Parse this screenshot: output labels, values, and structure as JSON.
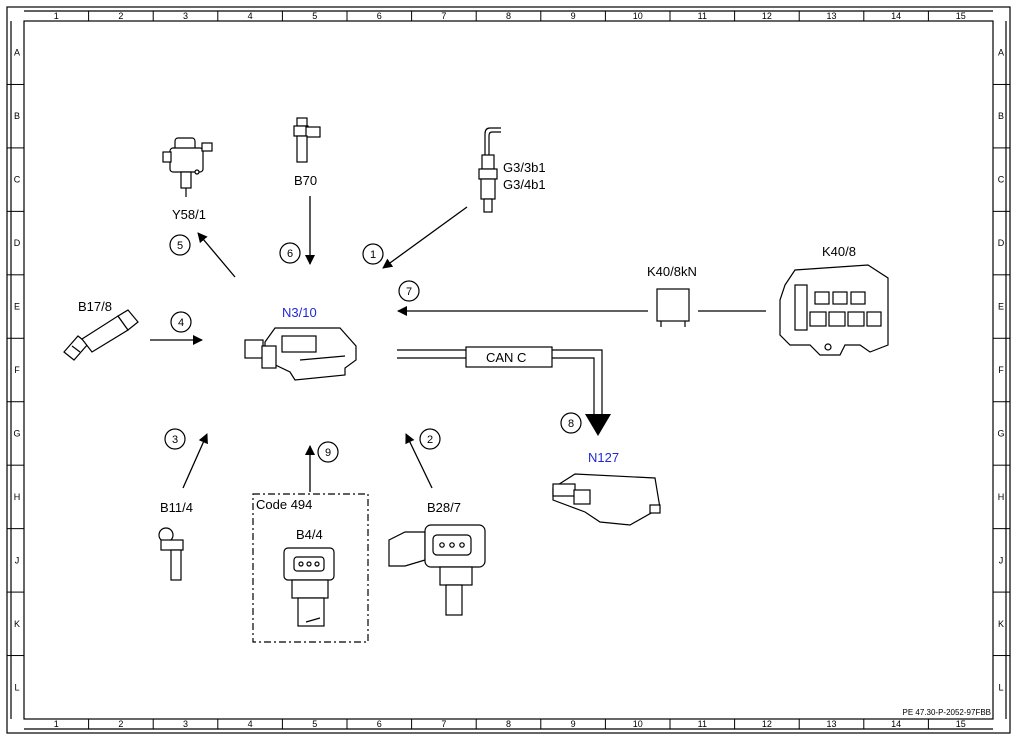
{
  "frame": {
    "columns": [
      "1",
      "2",
      "3",
      "4",
      "5",
      "6",
      "7",
      "8",
      "9",
      "10",
      "11",
      "12",
      "13",
      "14",
      "15"
    ],
    "rows": [
      "A",
      "B",
      "C",
      "D",
      "E",
      "F",
      "G",
      "H",
      "J",
      "K",
      "L"
    ],
    "document_ref": "PE 47.30-P-2052-97FBB"
  },
  "components": {
    "y58": "Y58/1",
    "b70": "B70",
    "g3_line1": "G3/3b1",
    "g3_line2": "G3/4b1",
    "k40": "K40/8",
    "k40kn": "K40/8kN",
    "b17": "B17/8",
    "n3": "N3/10",
    "can": "CAN C",
    "n127": "N127",
    "b11": "B11/4",
    "code494": "Code 494",
    "b44": "B4/4",
    "b28": "B28/7"
  },
  "steps": [
    "1",
    "2",
    "3",
    "4",
    "5",
    "6",
    "7",
    "8",
    "9"
  ],
  "colors": {
    "highlight_label": "#1f2ad6",
    "line": "#000000"
  }
}
